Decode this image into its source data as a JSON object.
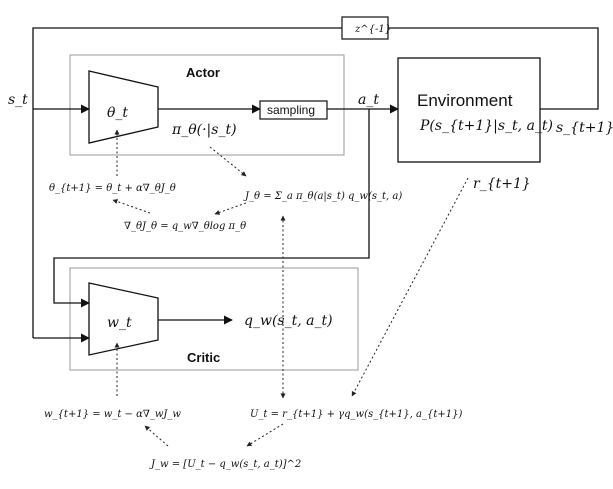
{
  "labels": {
    "actor": "Actor",
    "critic": "Critic",
    "environment": "Environment",
    "environment_model": "P(s_{t+1}|s_t, a_t)",
    "delay": "z^{-1}",
    "sampling": "sampling",
    "state_in": "s_t",
    "state_next": "s_{t+1}",
    "action": "a_t",
    "reward": "r_{t+1}",
    "actor_param": "θ_t",
    "critic_param": "w_t",
    "policy": "π_θ(·|s_t)",
    "q_value": "q_w(s_t, a_t)"
  },
  "equations": {
    "actor_update": "θ_{t+1} = θ_t + α∇_θJ_θ",
    "policy_gradient": "∇_θJ_θ = q_w∇_θlog π_θ",
    "objective": "J_θ = Σ_a π_θ(a|s_t) q_w(s_t, a)",
    "critic_update": "w_{t+1} = w_t − α∇_wJ_w",
    "td_target": "U_t = r_{t+1} + γq_w(s_{t+1}, a_{t+1})",
    "critic_loss": "J_w = [U_t − q_w(s_t, a_t)]^2"
  }
}
